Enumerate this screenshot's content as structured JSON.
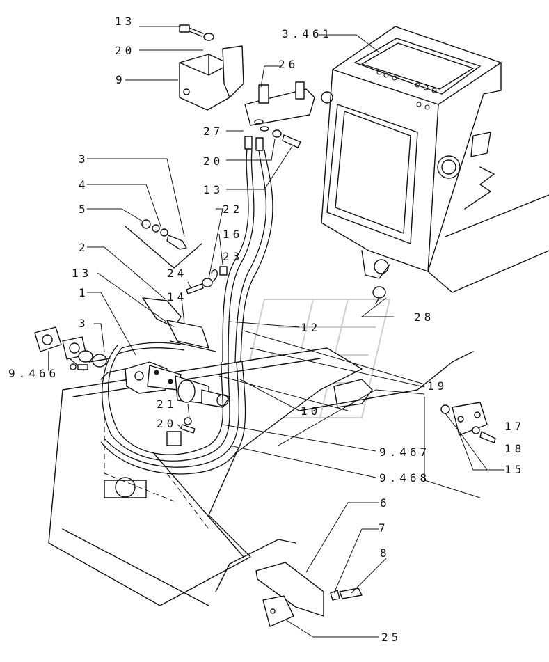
{
  "callouts": [
    {
      "id": "c-13-top",
      "text": "13"
    },
    {
      "id": "c-20-top",
      "text": "20"
    },
    {
      "id": "c-9",
      "text": "9"
    },
    {
      "id": "c-3461",
      "text": "3.461"
    },
    {
      "id": "c-26",
      "text": "26"
    },
    {
      "id": "c-27",
      "text": "27"
    },
    {
      "id": "c-20-mid",
      "text": "20"
    },
    {
      "id": "c-13-mid",
      "text": "13"
    },
    {
      "id": "c-3-top",
      "text": "3"
    },
    {
      "id": "c-4",
      "text": "4"
    },
    {
      "id": "c-5",
      "text": "5"
    },
    {
      "id": "c-22",
      "text": "22"
    },
    {
      "id": "c-16",
      "text": "16"
    },
    {
      "id": "c-2",
      "text": "2"
    },
    {
      "id": "c-23",
      "text": "23"
    },
    {
      "id": "c-13-left",
      "text": "13"
    },
    {
      "id": "c-24",
      "text": "24"
    },
    {
      "id": "c-1",
      "text": "1"
    },
    {
      "id": "c-14",
      "text": "14"
    },
    {
      "id": "c-12",
      "text": "12"
    },
    {
      "id": "c-28",
      "text": "28"
    },
    {
      "id": "c-3-left",
      "text": "3"
    },
    {
      "id": "c-9466",
      "text": "9.466"
    },
    {
      "id": "c-19",
      "text": "19"
    },
    {
      "id": "c-21",
      "text": "21"
    },
    {
      "id": "c-10",
      "text": "10"
    },
    {
      "id": "c-17",
      "text": "17"
    },
    {
      "id": "c-20-low",
      "text": "20"
    },
    {
      "id": "c-18",
      "text": "18"
    },
    {
      "id": "c-15",
      "text": "15"
    },
    {
      "id": "c-9467",
      "text": "9.467"
    },
    {
      "id": "c-9468",
      "text": "9.468"
    },
    {
      "id": "c-6",
      "text": "6"
    },
    {
      "id": "c-7",
      "text": "7"
    },
    {
      "id": "c-8",
      "text": "8"
    },
    {
      "id": "c-25",
      "text": "25"
    }
  ]
}
